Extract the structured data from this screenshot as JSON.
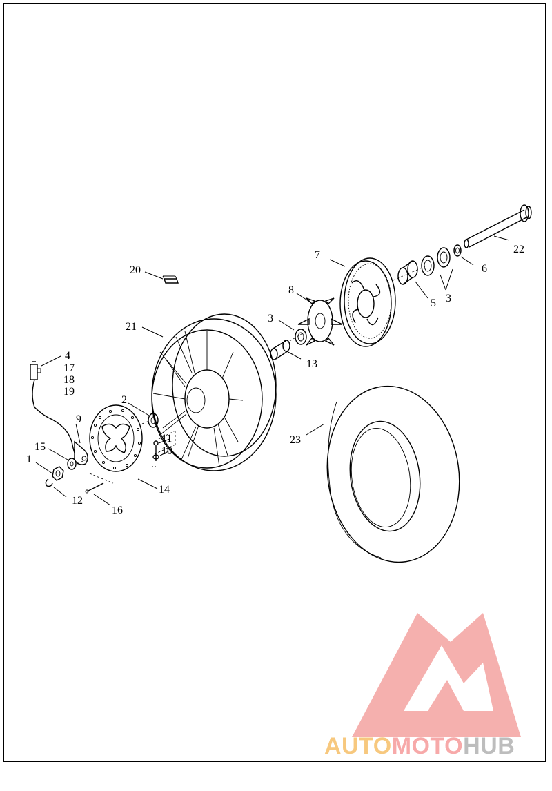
{
  "diagram": {
    "callouts": {
      "c1": "1",
      "c2": "2",
      "c3a": "3",
      "c3b": "3",
      "c4": "4",
      "c5": "5",
      "c6": "6",
      "c7": "7",
      "c8": "8",
      "c9": "9",
      "c10": "10",
      "c11": "11",
      "c12": "12",
      "c13": "13",
      "c14": "14",
      "c15": "15",
      "c16": "16",
      "c17": "17",
      "c18": "18",
      "c19": "19",
      "c20": "20",
      "c21": "21",
      "c22": "22",
      "c23": "23"
    }
  },
  "watermark": {
    "part1": "AUTO",
    "part2": "MOTO",
    "part3": "HUB",
    "colors": {
      "auto": "#f7c87e",
      "moto": "#f7a9a9",
      "hub": "#bdbdbd",
      "logo": "#f4a3a0"
    }
  }
}
